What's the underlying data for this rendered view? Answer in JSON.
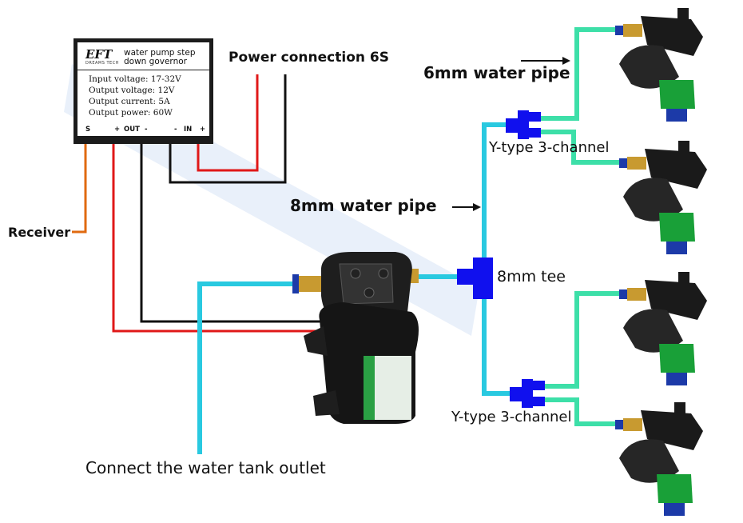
{
  "governor": {
    "logo": "EFT",
    "logo_sub": "DREAMS TECH",
    "title_line1": "water pump step",
    "title_line2": "down governor",
    "specs": [
      "Input voltage: 17-32V",
      "Output voltage: 12V",
      "Output current: 5A",
      "Output power: 60W"
    ],
    "terminals": {
      "s": "S",
      "out_plus": "+",
      "out": "OUT",
      "out_minus": "-",
      "in_minus": "-",
      "in": "IN",
      "in_plus": "+"
    }
  },
  "labels": {
    "power": "Power connection 6S",
    "pipe6": "6mm water pipe",
    "pipe8": "8mm water pipe",
    "receiver": "Receiver",
    "tee": "8mm tee",
    "y_top": "Y-type 3-channel",
    "y_bottom": "Y-type 3-channel",
    "tank": "Connect the water tank outlet"
  },
  "colors": {
    "pipe_8mm": "#29c9e0",
    "pipe_6mm": "#3ddfa8",
    "fitting": "#1010ee",
    "wire_red": "#e01818",
    "wire_black": "#111111",
    "wire_signal": "#e06a10",
    "nozzle_green": "#19a038",
    "brass": "#c89a30"
  }
}
